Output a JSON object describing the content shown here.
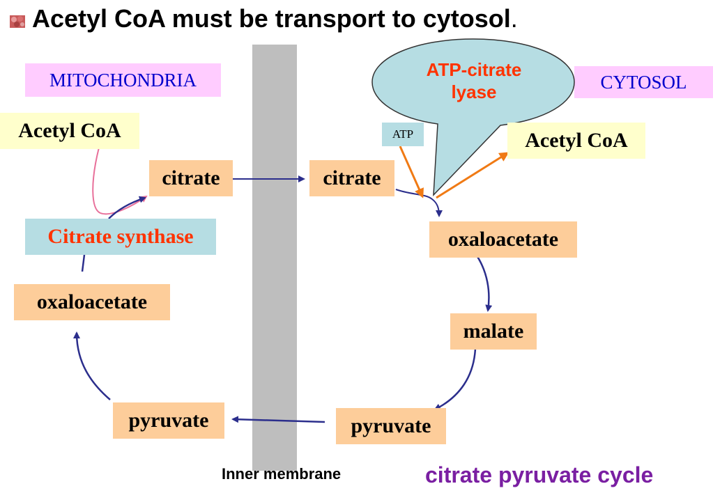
{
  "title": "Acetyl CoA must be transport to cytosol",
  "title_suffix": ".",
  "regions": {
    "mitochondria": "MITOCHONDRIA",
    "cytosol": "CYTOSOL"
  },
  "mitochondria": {
    "acetyl_coa": "Acetyl CoA",
    "citrate": "citrate",
    "citrate_synthase": "Citrate synthase",
    "oxaloacetate": "oxaloacetate",
    "pyruvate": "pyruvate"
  },
  "cytosol": {
    "enzyme_callout": [
      "ATP-citrate",
      "lyase"
    ],
    "atp": "ATP",
    "acetyl_coa": "Acetyl CoA",
    "citrate": "citrate",
    "oxaloacetate": "oxaloacetate",
    "malate": "malate",
    "pyruvate": "pyruvate"
  },
  "membrane_label": "Inner membrane",
  "cycle_label": "citrate pyruvate cycle",
  "colors": {
    "peach": "#fdcd9a",
    "yellow": "#ffffcc",
    "pink": "#ffccff",
    "teal": "#b6dde3",
    "region_text": "#0000cc",
    "enzyme_text": "#ff3300",
    "cycle_text": "#7a1fa2",
    "arrow_navy": "#2b2e8c",
    "arrow_orange": "#f07a14",
    "arrow_pink": "#e8709a",
    "membrane": "#bebebe"
  }
}
